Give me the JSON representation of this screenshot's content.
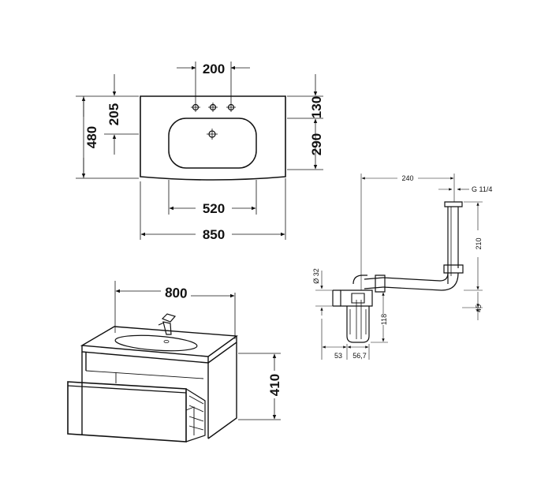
{
  "dimensions": {
    "basin_tap_spacing": "200",
    "basin_height": "480",
    "tap_to_edge": "205",
    "tap_to_back": "130",
    "bowl_depth": "290",
    "bowl_width": "520",
    "basin_width": "850",
    "vanity_width": "800",
    "vanity_height": "410"
  },
  "siphon": {
    "offset": "240",
    "thread": "G 11/4",
    "height": "210",
    "pipe_diameter": "Ø 32",
    "outlet_height": "118",
    "bottom_offset": "45",
    "depth_a": "53",
    "depth_b": "56,7"
  }
}
